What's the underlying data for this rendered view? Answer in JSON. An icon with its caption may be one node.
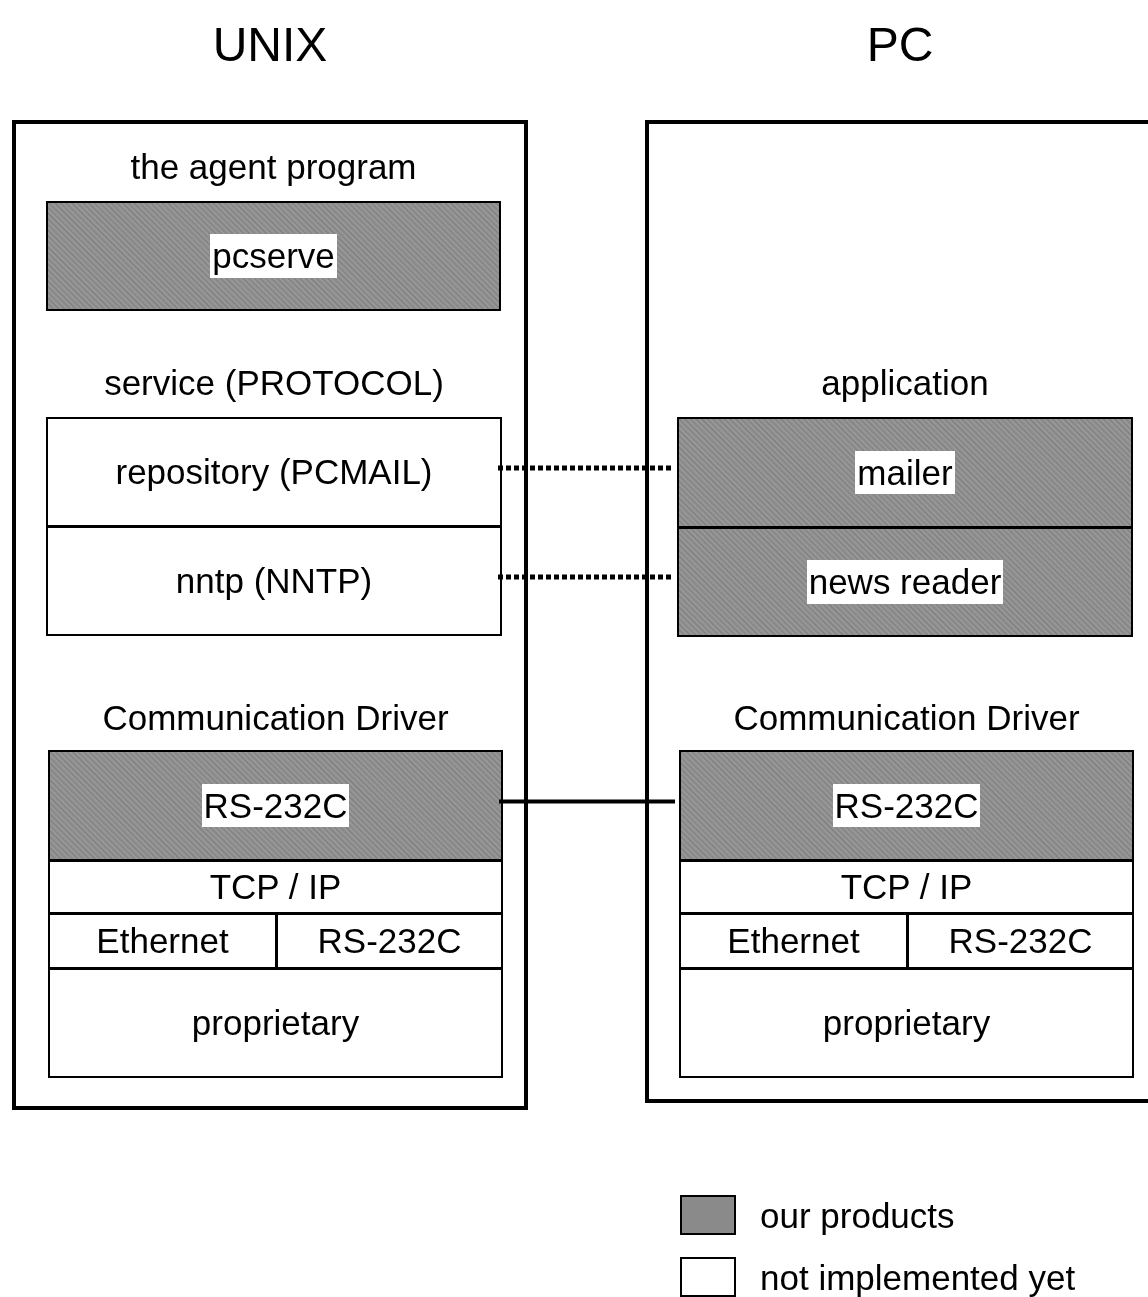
{
  "diagram": {
    "nodes": [
      {
        "text": [
          "UNIX"
        ]
      },
      {
        "text": [
          "the agent program",
          "pcserve"
        ],
        "in": 0
      },
      {
        "text": [
          "service (PROTOCOL)"
        ],
        "in": 0
      },
      {
        "text": [
          "repository (PCMAIL)"
        ],
        "in": 2
      },
      {
        "text": [
          "nntp (NNTP)"
        ],
        "in": 2
      },
      {
        "text": [
          "Communication Driver"
        ],
        "in": 0
      },
      {
        "text": [
          "RS-232C"
        ],
        "in": 5
      },
      {
        "text": [
          "TCP / IP"
        ],
        "in": 5
      },
      {
        "text": [
          "Ethernet"
        ],
        "in": 5
      },
      {
        "text": [
          "RS-232C"
        ],
        "in": 5
      },
      {
        "text": [
          "proprietary"
        ],
        "in": 5
      },
      {
        "text": [
          "PC"
        ]
      },
      {
        "text": [
          "application"
        ],
        "in": 11
      },
      {
        "text": [
          "mailer"
        ],
        "in": 12
      },
      {
        "text": [
          "news reader"
        ],
        "in": 12
      },
      {
        "text": [
          "Communication Driver"
        ],
        "in": 11
      },
      {
        "text": [
          "RS-232C"
        ],
        "in": 15
      },
      {
        "text": [
          "TCP / IP"
        ],
        "in": 15
      },
      {
        "text": [
          "Ethernet"
        ],
        "in": 15
      },
      {
        "text": [
          "RS-232C"
        ],
        "in": 15
      },
      {
        "text": [
          "proprietary"
        ],
        "in": 15
      }
    ],
    "edges": [
      {
        "from": 3,
        "to": 13,
        "arrow": "none",
        "style": "dashed"
      },
      {
        "from": 4,
        "to": 14,
        "arrow": "none",
        "style": "dashed"
      },
      {
        "from": 6,
        "to": 16,
        "arrow": "none"
      }
    ],
    "legend": [
      {
        "text": "our products",
        "color": "#8a8a8a"
      },
      {
        "text": "not implemented yet",
        "color": "#ffffff"
      }
    ]
  }
}
